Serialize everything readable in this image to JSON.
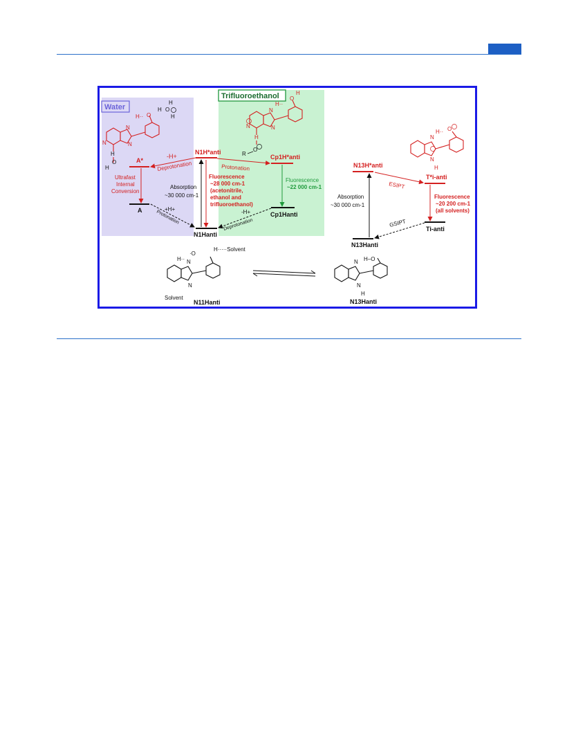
{
  "colors": {
    "rule": "#2a6fc9",
    "tab": "#1d5fc4",
    "frame": "#1a1ae6",
    "water_bg": "#dcd8f5",
    "water_label": "#6b63d9",
    "tfe_bg": "#c9f2d2",
    "tfe_border": "#2e9e4a",
    "red": "#d42020",
    "green": "#1f9a3c",
    "black": "#111111"
  },
  "regions": {
    "water": "Water",
    "tfe": "Trifluoroethanol"
  },
  "levels": {
    "a_star": "A*",
    "a": "A",
    "n1_star": "N1H*anti",
    "n1": "N1Hanti",
    "cp_star": "Cp1H*anti",
    "cp": "Cp1Hanti",
    "n3_star": "N13H*anti",
    "n3": "N13Hanti",
    "t_star": "T*i-anti",
    "t": "Ti-anti"
  },
  "transitions": {
    "deprotonation_h": "-H+",
    "deprotonation": "Deprotonation",
    "protonation": "Protonation",
    "ultrafast": [
      "Ultrafast",
      "Internal",
      "Conversion"
    ],
    "absorption": "Absorption",
    "absorption_energy": "~30 000 cm-1",
    "fluor_n1": [
      "Fluorescence",
      "~28 000 cm-1",
      "(acetonitrile,",
      "ethanol and",
      "trifluoroethanol)"
    ],
    "fluor_cp": [
      "Fluorescence",
      "~22 000 cm-1"
    ],
    "plus_h": "+H+",
    "protonation2": "Protonation",
    "minus_h2": "-H+",
    "deprotonation2": "Deprotonation",
    "esipt": "ESIPT",
    "fluor_t": [
      "Fluorescence",
      "~20 200 cm-1",
      "(all solvents)"
    ],
    "gsipt": "GSIPT",
    "absorption2": "Absorption",
    "absorption2_energy": "~30 000 cm-1"
  },
  "structures": {
    "r_o": "R",
    "solvent_top": "H·····Solvent",
    "solvent_bottom": "Solvent",
    "label_left": "N11Hanti",
    "label_right": "N13Hanti"
  }
}
